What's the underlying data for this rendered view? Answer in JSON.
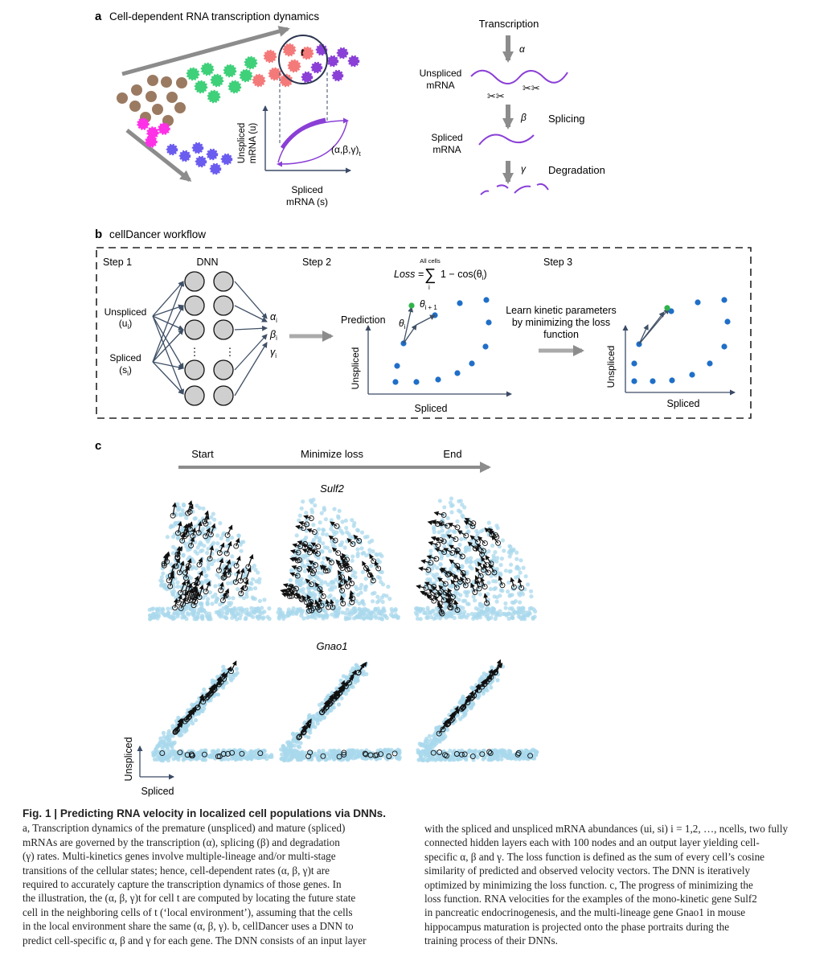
{
  "panel_a": {
    "letter": "a",
    "title": "Cell-dependent RNA transcription dynamics",
    "cell_label": "t",
    "axis_y": [
      "Unspliced",
      "mRNA (u)"
    ],
    "axis_x": [
      "Spliced",
      "mRNA (s)"
    ],
    "param_label": "(α,β,γ)",
    "param_sub": "t",
    "transcription": "Transcription",
    "alpha": "α",
    "beta": "β",
    "gamma": "γ",
    "unspliced_mrna": [
      "Unspliced",
      "mRNA"
    ],
    "spliced_mrna": [
      "Spliced",
      "mRNA"
    ],
    "splicing": "Splicing",
    "degradation": "Degradation",
    "colors": {
      "brown": "#9b7a62",
      "magenta": "#ff30e6",
      "blue": "#6b5cf0",
      "green": "#3fd07a",
      "red": "#f47a7a",
      "purple": "#8a3fd6",
      "arrow_gray": "#8c8c8c"
    }
  },
  "panel_b": {
    "letter": "b",
    "title": "cellDancer workflow",
    "step1": "Step 1",
    "dnn": "DNN",
    "step2": "Step 2",
    "step3": "Step 3",
    "all_cells": "All cells",
    "loss_lhs": "Loss =",
    "loss_rhs": "1 − cos(θ",
    "loss_rhs_sub": "i",
    "loss_sigma": "∑",
    "loss_i": "i",
    "unspliced_in": "Unspliced",
    "u_i": "(u",
    "spliced_in": "Spliced",
    "s_i": "(s",
    "sub_i": "i",
    "close_paren": ")",
    "alpha_i": "α",
    "beta_i": "β",
    "gamma_i": "γ",
    "ellipsis": "⋮",
    "prediction": "Prediction",
    "theta_i": "θ",
    "theta_i1": "θ",
    "theta_sub": "i",
    "theta_sub1": "i + 1",
    "learn_text": [
      "Learn kinetic parameters",
      "by minimizing the loss",
      "function"
    ],
    "axis_unspliced": "Unspliced",
    "axis_spliced": "Spliced",
    "colors": {
      "node_fill": "#cfcfcf",
      "dot_blue": "#1f6fc8",
      "dot_green": "#2fb34a",
      "arrow": "#3f5066"
    }
  },
  "panel_c": {
    "letter": "c",
    "start": "Start",
    "minimize": "Minimize loss",
    "end": "End",
    "gene1": "Sulf2",
    "gene2": "Gnao1",
    "axis_unspliced": "Unspliced",
    "axis_spliced": "Spliced",
    "colors": {
      "cloud": "#a9d8ec",
      "arrow": "#111111"
    }
  },
  "caption": {
    "title": "Fig. 1 | Predicting RNA velocity in localized cell populations via DNNs.",
    "left": [
      "a, Transcription dynamics of the premature (unspliced) and mature (spliced)",
      "mRNAs are governed by the transcription (α), splicing (β) and degradation",
      "(γ) rates. Multi-kinetics genes involve multiple-lineage and/or multi-stage",
      "transitions of the cellular states; hence, cell-dependent rates (α, β, γ)t are",
      "required to accurately capture the transcription dynamics of those genes. In",
      "the illustration, the (α, β, γ)t for cell t are computed by locating the future state",
      "cell in the neighboring cells of t (‘local environment’), assuming that the cells",
      "in the local environment share the same (α, β, γ). b, cellDancer uses a DNN to",
      "predict cell-specific α, β and γ for each gene. The DNN consists of an input layer"
    ],
    "right": [
      "with the spliced and unspliced mRNA abundances (ui, si) i = 1,2, …, ncells, two fully",
      "connected hidden layers each with 100 nodes and an output layer yielding cell-",
      "specific α, β and γ. The loss function is defined as the sum of every cell’s cosine",
      "similarity of predicted and observed velocity vectors. The DNN is iteratively",
      "optimized by minimizing the loss function. c, The progress of minimizing the",
      "loss function. RNA velocities for the examples of the mono-kinetic gene Sulf2",
      "in pancreatic endocrinogenesis, and the multi-lineage gene Gnao1 in mouse",
      "hippocampus maturation is projected onto the phase portraits during the",
      "training process of their DNNs."
    ]
  }
}
